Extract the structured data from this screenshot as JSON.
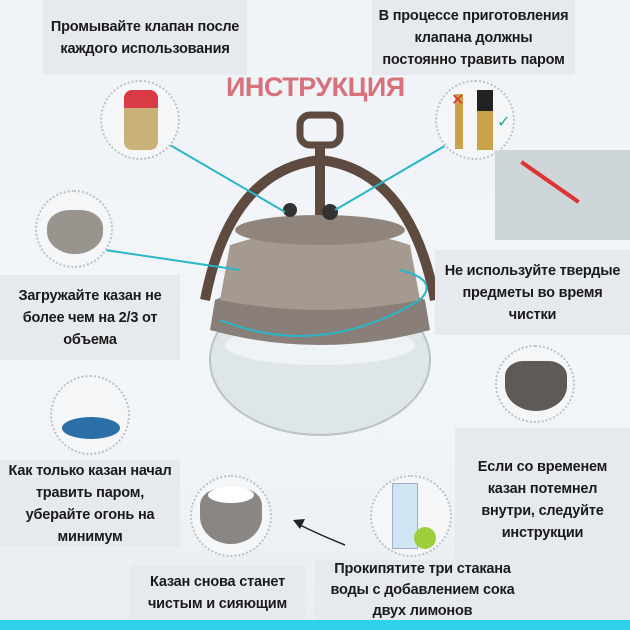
{
  "title": "ИНСТРУКЦИЯ",
  "tips": {
    "rinse_valve": "Промывайте клапан после каждого использования",
    "valve_steam": "В процессе приготовления клапана должны постоянно травить паром",
    "fill_limit": "Загружайте казан не более чем на 2/3 от объема",
    "no_hard_objects": "Не используйте твердые предметы во время чистки",
    "reduce_heat": "Как только казан начал травить паром, уберайте огонь на минимум",
    "darkened": "Если со временем казан потемнел внутри, следуйте инструкции",
    "clean_again": "Казан снова станет чистым и сияющим",
    "boil_lemon": "Прокипятите три стакана воды с добавлением сока двух лимонов"
  },
  "colors": {
    "title": "#d9717c",
    "connector": "#28b6c8",
    "bottom_bar": "#2fd0ea"
  }
}
